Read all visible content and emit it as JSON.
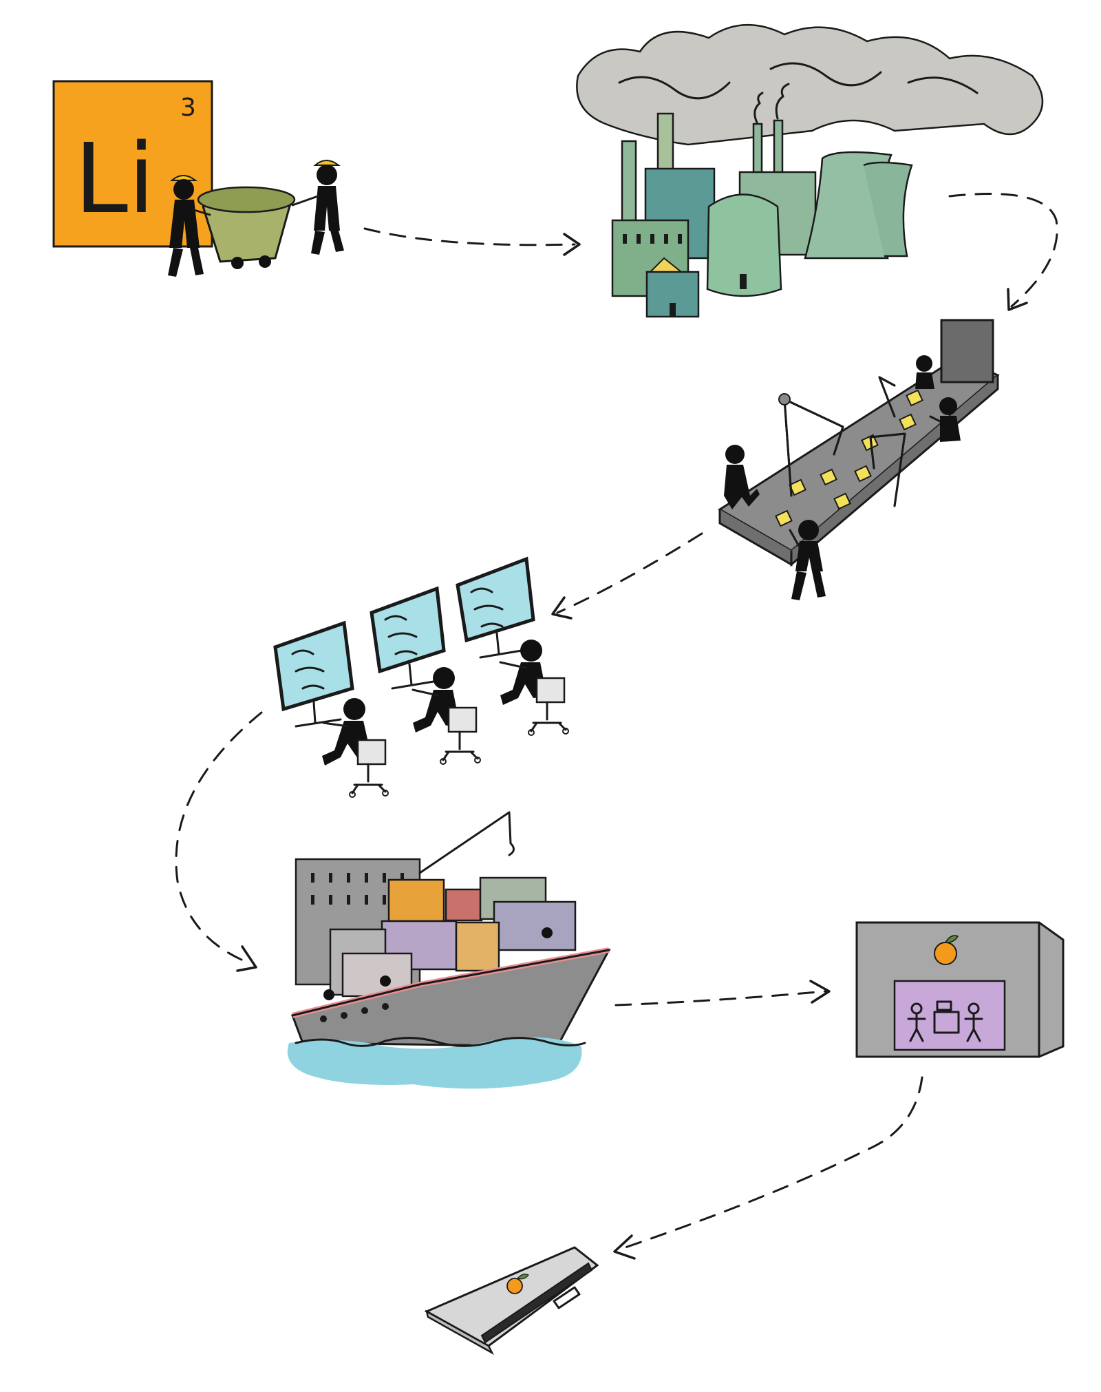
{
  "element": {
    "symbol": "Li",
    "atomic_number": "3"
  },
  "colors": {
    "lithium_tile": "#f6a21e",
    "ore": "#a8b26a",
    "factory_green": "#8fb99a",
    "factory_teal": "#5c9a95",
    "smoke": "#b9b8b3",
    "conveyor": "#8c8c8c",
    "battery_cell": "#f4e15a",
    "screen": "#a9dfe6",
    "ship_hull": "#8d8d8d",
    "ship_stripe": "#e88f92",
    "water": "#8ed3df",
    "store_wall": "#a8a8a8",
    "store_window": "#c7a8d8",
    "logo_orange": "#f39a1d",
    "laptop": "#d7d7d7"
  },
  "stages": [
    {
      "id": "mining",
      "icon": "mining-icon"
    },
    {
      "id": "refining",
      "icon": "factory-icon"
    },
    {
      "id": "assembly",
      "icon": "conveyor-belt-icon"
    },
    {
      "id": "design",
      "icon": "computer-workstation-icon"
    },
    {
      "id": "shipping",
      "icon": "cargo-ship-icon"
    },
    {
      "id": "retail",
      "icon": "store-icon"
    },
    {
      "id": "device",
      "icon": "laptop-icon"
    }
  ]
}
